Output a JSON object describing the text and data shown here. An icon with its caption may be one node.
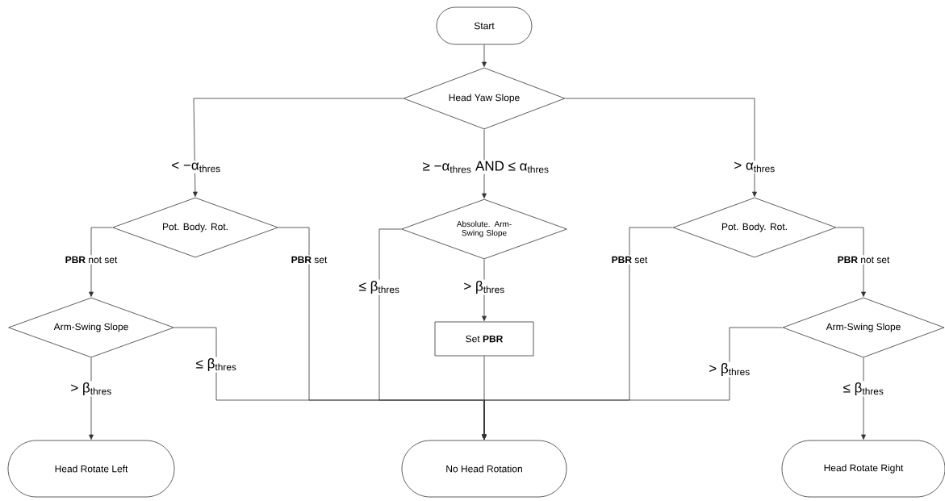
{
  "diagram": {
    "nodes": [
      {
        "text": [
          "Start"
        ]
      },
      {
        "text": [
          "Head Yaw Slope"
        ]
      },
      {
        "text": [
          "Pot. Body. Rot."
        ]
      },
      {
        "text": [
          "Absolute. Arm-Swing Slope"
        ]
      },
      {
        "text": [
          "Pot. Body. Rot."
        ]
      },
      {
        "text": [
          "Arm-Swing Slope"
        ]
      },
      {
        "text": [
          "Set **PBR**"
        ]
      },
      {
        "text": [
          "Arm-Swing Slope"
        ]
      },
      {
        "text": [
          "Head Rotate Left"
        ]
      },
      {
        "text": [
          "No Head Rotation"
        ]
      },
      {
        "text": [
          "Head Rotate Right"
        ]
      }
    ],
    "edges": [
      {
        "from": 0,
        "to": 1,
        "arrow": "to"
      },
      {
        "from": 1,
        "to": 2,
        "arrow": "to",
        "label": "< −α$_{thres}$"
      },
      {
        "from": 1,
        "to": 3,
        "arrow": "to",
        "label": "≥ −α$_{thres}$ AND ≤ α$_{thres}$"
      },
      {
        "from": 1,
        "to": 4,
        "arrow": "to",
        "label": "> α$_{thres}$"
      },
      {
        "from": 2,
        "to": 5,
        "arrow": "to",
        "label": "**PBR** not set"
      },
      {
        "from": 2,
        "to": 9,
        "arrow": "to",
        "label": "**PBR** set"
      },
      {
        "from": 3,
        "to": 9,
        "arrow": "to",
        "label": "≤ β$_{thres}$"
      },
      {
        "from": 3,
        "to": 6,
        "arrow": "to",
        "label": "> β$_{thres}$"
      },
      {
        "from": 6,
        "to": 9,
        "arrow": "to"
      },
      {
        "from": 4,
        "to": 9,
        "arrow": "to",
        "label": "**PBR** set"
      },
      {
        "from": 4,
        "to": 7,
        "arrow": "to",
        "label": "**PBR** not set"
      },
      {
        "from": 5,
        "to": 8,
        "arrow": "to",
        "label": "> β$_{thres}$"
      },
      {
        "from": 5,
        "to": 9,
        "arrow": "to",
        "label": "≤ β$_{thres}$"
      },
      {
        "from": 7,
        "to": 9,
        "arrow": "to",
        "label": "> β$_{thres}$"
      },
      {
        "from": 7,
        "to": 10,
        "arrow": "to",
        "label": "≤ β$_{thres}$"
      }
    ]
  }
}
